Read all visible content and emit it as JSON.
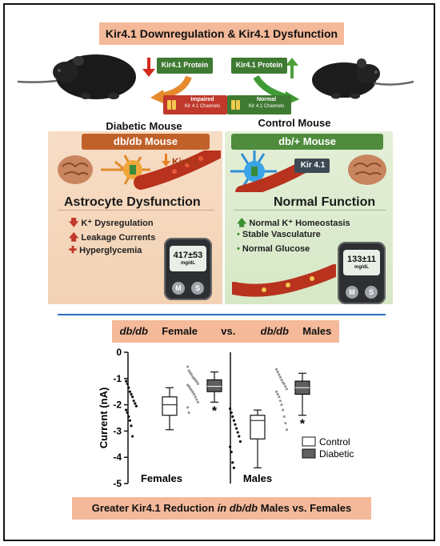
{
  "title": "Kir4.1 Downregulation & Kir4.1 Dysfunction",
  "top": {
    "kir_protein_left": "Kir4.1 Protein",
    "kir_protein_right": "Kir4.1 Protein",
    "impaired_line1": "Impaired",
    "impaired_line2": "Kir 4.1 Channels",
    "normal_line1": "Normal",
    "normal_line2": "Kir 4.1 Channels",
    "diabetic_label": "Diabetic Mouse",
    "control_label": "Control Mouse"
  },
  "left_panel": {
    "header": "db/db Mouse",
    "kir_label": "Kir4.1",
    "heading": "Astrocyte Dysfunction",
    "items": [
      "K⁺ Dysregulation",
      "Leakage Currents",
      "Hyperglycemia"
    ],
    "meter_reading": "417±53",
    "meter_unit": "mg/dL",
    "meter_btn1": "M",
    "meter_btn2": "S"
  },
  "right_panel": {
    "header": "db/+ Mouse",
    "kir_label": "Kir 4.1",
    "heading": "Normal Function",
    "items": [
      "Normal K⁺ Homeostasis",
      "Stable Vasculature",
      "Normal Glucose"
    ],
    "meter_reading": "133±11",
    "meter_unit": "mg/dL",
    "meter_btn1": "M",
    "meter_btn2": "S"
  },
  "compare_banner": {
    "left_italic": "db/db",
    "left_text": "Female",
    "vs": "vs.",
    "right_italic": "db/db",
    "right_text": "Males"
  },
  "bottom_banner": {
    "part1": "Greater Kir4.1 Reduction",
    "part2": "in db/db",
    "part3": "Males vs. Females"
  },
  "colors": {
    "banner": "#f4b999",
    "left_header": "#c0612a",
    "right_header": "#4f8c3c",
    "arrow_red": "#d42a1c",
    "arrow_green": "#4fa03a"
  },
  "chart_data": {
    "type": "box",
    "ylabel": "Current (nA)",
    "ylim": [
      -5,
      0
    ],
    "yticks": [
      0,
      -1,
      -2,
      -3,
      -4,
      -5
    ],
    "significance_mark": "*",
    "groups": [
      {
        "label": "Females",
        "boxes": [
          {
            "series": "Control",
            "min": -2.95,
            "q1": -2.4,
            "median": -2.0,
            "q3": -1.7,
            "max": -1.35
          },
          {
            "series": "Diabetic",
            "min": -1.9,
            "q1": -1.5,
            "median": -1.3,
            "q3": -1.05,
            "max": -0.75,
            "significant": true
          }
        ],
        "control_points": [
          -1.1,
          -1.2,
          -1.35,
          -1.5,
          -1.6,
          -1.7,
          -1.85,
          -1.95,
          -2.05,
          -2.2,
          -2.3,
          -2.45,
          -2.6,
          -2.8,
          -3.2
        ],
        "diabetic_points": [
          -0.55,
          -0.7,
          -0.78,
          -0.85,
          -0.95,
          -1.0,
          -1.05,
          -1.12,
          -1.2,
          -1.25,
          -1.3,
          -1.38,
          -1.45,
          -1.52,
          -1.6,
          -1.7,
          -1.8,
          -1.9,
          -2.1,
          -2.3
        ]
      },
      {
        "label": "Males",
        "boxes": [
          {
            "series": "Control",
            "min": -4.4,
            "q1": -3.3,
            "median": -2.6,
            "q3": -2.4,
            "max": -2.2
          },
          {
            "series": "Diabetic",
            "min": -2.4,
            "q1": -1.6,
            "median": -1.35,
            "q3": -1.1,
            "max": -0.8,
            "significant": true
          }
        ],
        "control_points": [
          -2.15,
          -2.3,
          -2.45,
          -2.6,
          -2.75,
          -2.9,
          -3.05,
          -3.2,
          -3.4,
          -3.6,
          -3.8,
          -4.2,
          -4.4
        ],
        "diabetic_points": [
          -0.65,
          -0.75,
          -0.85,
          -0.95,
          -1.05,
          -1.15,
          -1.2,
          -1.3,
          -1.4,
          -1.5,
          -1.6,
          -1.7,
          -1.85,
          -2.0,
          -2.2,
          -2.45,
          -2.7,
          -2.95
        ]
      }
    ],
    "legend": [
      {
        "name": "Control",
        "color": "#ffffff"
      },
      {
        "name": "Diabetic",
        "color": "#5f5f5f"
      }
    ]
  }
}
